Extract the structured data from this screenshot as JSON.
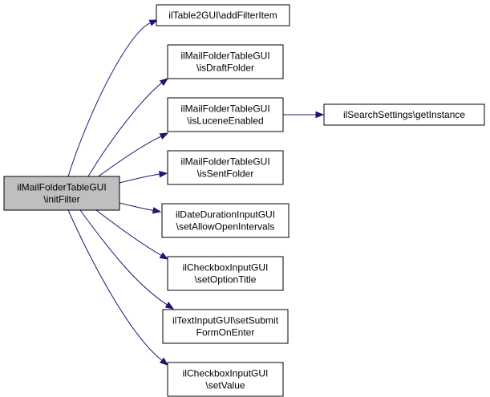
{
  "graph": {
    "root": {
      "id": "root",
      "lines": [
        "ilMailFolderTableGUI",
        "\\initFilter"
      ]
    },
    "nodes": [
      {
        "id": "n1",
        "lines": [
          "ilTable2GUI\\addFilterItem"
        ]
      },
      {
        "id": "n2",
        "lines": [
          "ilMailFolderTableGUI",
          "\\isDraftFolder"
        ]
      },
      {
        "id": "n3",
        "lines": [
          "ilMailFolderTableGUI",
          "\\isLuceneEnabled"
        ]
      },
      {
        "id": "n4",
        "lines": [
          "ilSearchSettings\\getInstance"
        ]
      },
      {
        "id": "n5",
        "lines": [
          "ilMailFolderTableGUI",
          "\\isSentFolder"
        ]
      },
      {
        "id": "n6",
        "lines": [
          "ilDateDurationInputGUI",
          "\\setAllowOpenIntervals"
        ]
      },
      {
        "id": "n7",
        "lines": [
          "ilCheckboxInputGUI",
          "\\setOptionTitle"
        ]
      },
      {
        "id": "n8",
        "lines": [
          "ilTextInputGUI\\setSubmit",
          "FormOnEnter"
        ]
      },
      {
        "id": "n9",
        "lines": [
          "ilCheckboxInputGUI",
          "\\setValue"
        ]
      }
    ],
    "edges": [
      {
        "from": "root",
        "to": "n1"
      },
      {
        "from": "root",
        "to": "n2"
      },
      {
        "from": "root",
        "to": "n3"
      },
      {
        "from": "root",
        "to": "n5"
      },
      {
        "from": "root",
        "to": "n6"
      },
      {
        "from": "root",
        "to": "n7"
      },
      {
        "from": "root",
        "to": "n8"
      },
      {
        "from": "root",
        "to": "n9"
      },
      {
        "from": "n3",
        "to": "n4"
      }
    ],
    "colors": {
      "edge": "#191970",
      "root_fill": "#bfbfbf",
      "node_fill": "#ffffff",
      "border": "#000000"
    }
  }
}
